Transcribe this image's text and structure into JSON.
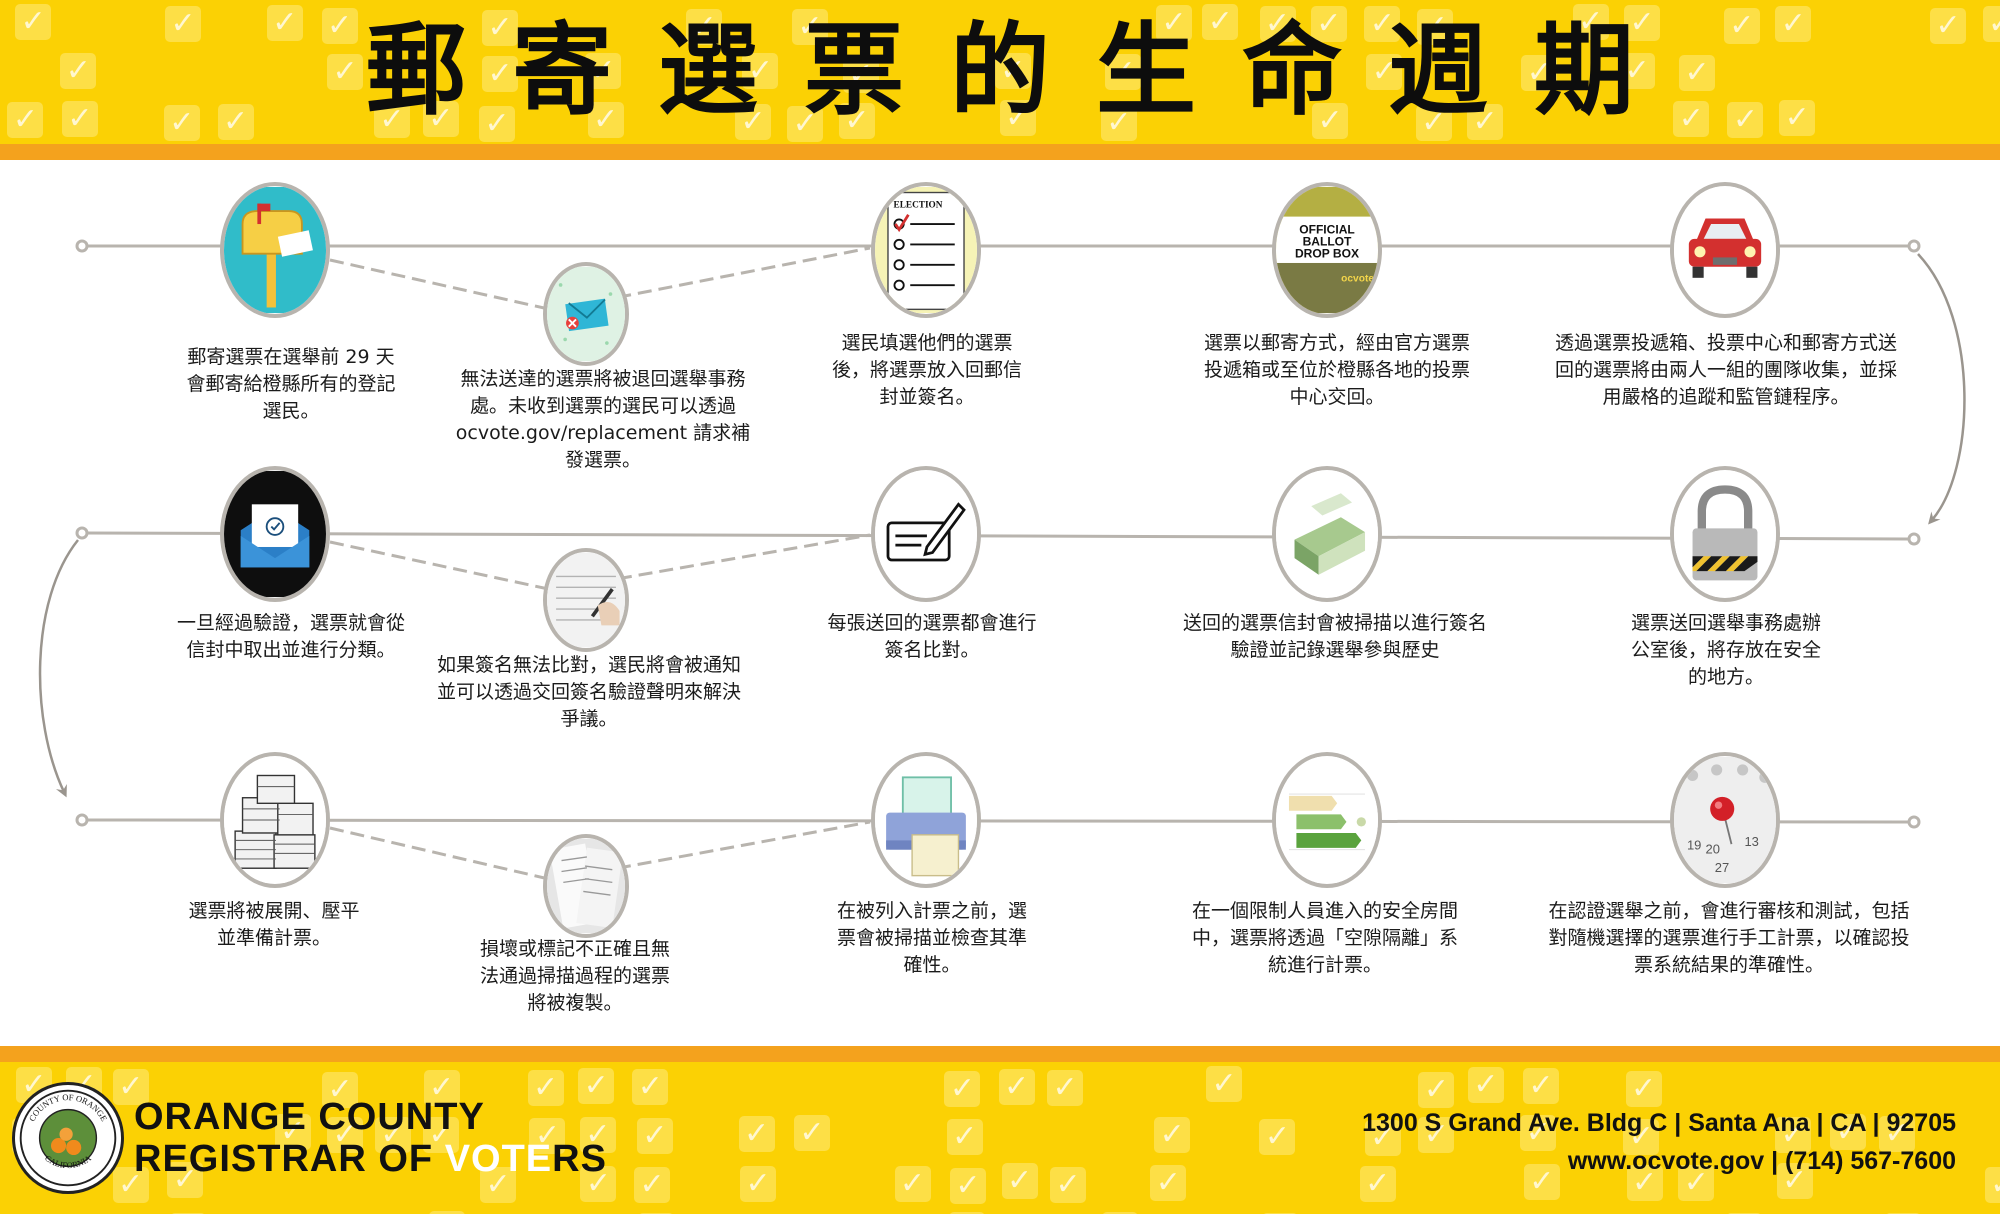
{
  "title": "郵寄選票的生命週期",
  "steps": [
    {
      "id": "s1",
      "icon": "mailbox-icon",
      "text": "郵寄選票在選舉前 29 天會郵寄給橙縣所有的登記選民。"
    },
    {
      "id": "s2",
      "icon": "returned-mail-icon",
      "text": "無法送達的選票將被退回選舉事務處。未收到選票的選民可以透過 ocvote.gov/replacement 請求補發選票。"
    },
    {
      "id": "s3",
      "icon": "ballot-checklist-icon",
      "text": "選民填選他們的選票後，將選票放入回郵信封並簽名。",
      "label": "ELECTION"
    },
    {
      "id": "s4",
      "icon": "drop-box-icon",
      "text": "選票以郵寄方式，經由官方選票投遞箱或至位於橙縣各地的投票中心交回。",
      "label": "OFFICIAL BALLOT DROP BOX",
      "sublabel": "ocvote"
    },
    {
      "id": "s5",
      "icon": "car-icon",
      "text": "透過選票投遞箱、投票中心和郵寄方式送回的選票將由兩人一組的團隊收集，並採用嚴格的追蹤和監管鏈程序。"
    },
    {
      "id": "s6",
      "icon": "padlock-icon",
      "text": "選票送回選舉事務處辦公室後，將存放在安全的地方。"
    },
    {
      "id": "s7",
      "icon": "envelope-scanner-icon",
      "text": "送回的選票信封會被掃描以進行簽名驗證並記錄選舉參與歷史"
    },
    {
      "id": "s8",
      "icon": "signature-check-icon",
      "text": "每張送回的選票都會進行簽名比對。"
    },
    {
      "id": "s9",
      "icon": "signing-pen-icon",
      "text": "如果簽名無法比對，選民將會被通知並可以透過交回簽名驗證聲明來解決爭議。"
    },
    {
      "id": "s10",
      "icon": "open-envelope-icon",
      "text": "一旦經過驗證，選票就會從信封中取出並進行分類。"
    },
    {
      "id": "s11",
      "icon": "paper-stack-icon",
      "text": "選票將被展開、壓平並準備計票。"
    },
    {
      "id": "s12",
      "icon": "damaged-ballot-icon",
      "text": "損壞或標記不正確且無法通過掃描過程的選票將被複製。"
    },
    {
      "id": "s13",
      "icon": "ballot-scanner-icon",
      "text": "在被列入計票之前，選票會被掃描並檢查其準確性。"
    },
    {
      "id": "s14",
      "icon": "progress-chart-icon",
      "text": "在一個限制人員進入的安全房間中，選票將透過「空隙隔離」系統進行計票。"
    },
    {
      "id": "s15",
      "icon": "calendar-pin-icon",
      "text": "在認證選舉之前，會進行審核和測試，包括對隨機選擇的選票進行手工計票，以確認投票系統結果的準確性。",
      "label": "19 20 13 27"
    }
  ],
  "footer": {
    "org_line1": "ORANGE COUNTY",
    "org_line2_a": "REGISTRAR OF ",
    "org_line2_b": "VOTE",
    "org_line2_c": "RS",
    "seal_text_top": "COUNTY OF ORANGE",
    "seal_text_bottom": "CALIFORNIA",
    "address": "1300 S Grand Ave. Bldg C | Santa Ana | CA |  92705",
    "web_phone": "www.ocvote.gov  | (714) 567-7600"
  },
  "colors": {
    "banner_yellow": "#fbd104",
    "banner_orange": "#f4a21d",
    "line_gray": "#b8b4ae",
    "title_black": "#0d0d0d"
  }
}
